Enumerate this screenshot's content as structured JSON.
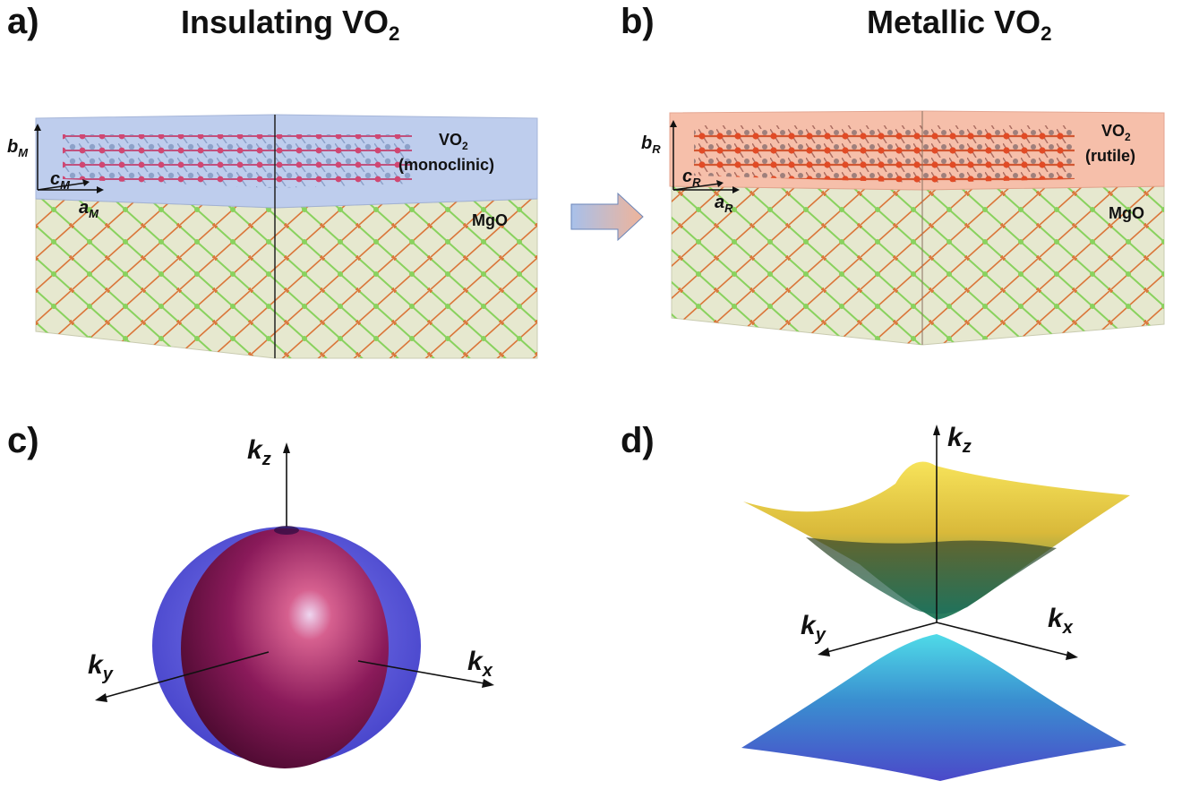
{
  "panels": {
    "a": {
      "letter": "a)",
      "title": "Insulating VO",
      "title_sub": "2",
      "layer_label": "VO",
      "layer_sub": "2",
      "phase": "(monoclinic)",
      "substrate": "MgO",
      "axes": {
        "b": "b",
        "b_sub": "M",
        "c": "c",
        "c_sub": "M",
        "a": "a",
        "a_sub": "M"
      }
    },
    "b": {
      "letter": "b)",
      "title": "Metallic VO",
      "title_sub": "2",
      "layer_label": "VO",
      "layer_sub": "2",
      "phase": "(rutile)",
      "substrate": "MgO",
      "axes": {
        "b": "b",
        "b_sub": "R",
        "c": "c",
        "c_sub": "R",
        "a": "a",
        "a_sub": "R"
      }
    },
    "c": {
      "letter": "c)",
      "kz": "k",
      "kz_sub": "z",
      "ky": "k",
      "ky_sub": "y",
      "kx": "k",
      "kx_sub": "x"
    },
    "d": {
      "letter": "d)",
      "kz": "k",
      "kz_sub": "z",
      "ky": "k",
      "ky_sub": "y",
      "kx": "k",
      "kx_sub": "x"
    }
  },
  "colors": {
    "vo2_monoclinic_layer": "#b9c9ec",
    "vo2_rutile_layer": "#f6bba4",
    "mgo_layer": "#e6e8cf",
    "lattice_green": "#7fcf52",
    "lattice_orange": "#d96a2a",
    "monoclinic_atoms_pink": "#d1406c",
    "monoclinic_atoms_blue": "#8a9fc7",
    "sphere_outer": "#4a49d8",
    "sphere_inner": "#8a1a5a",
    "cone_upper": "#f2d64a",
    "cone_lower": "#3aa7d8"
  }
}
